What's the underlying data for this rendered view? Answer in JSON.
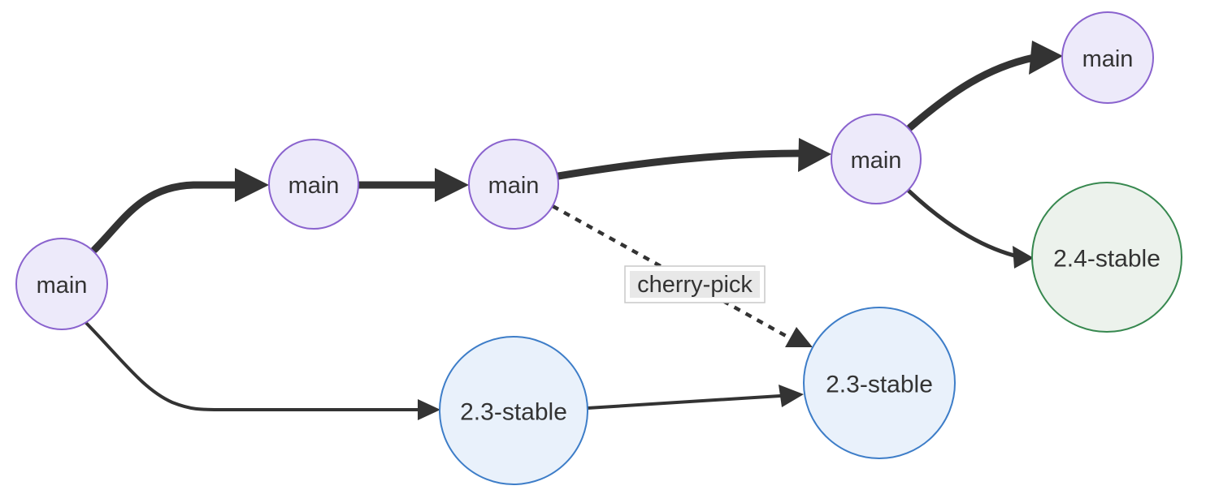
{
  "diagram": {
    "kind": "git-branching-graph",
    "background": "#ffffff",
    "colors": {
      "node_main_fill": "#edeafa",
      "node_main_stroke": "#8a63ce",
      "node_23_fill": "#e9f1fb",
      "node_23_stroke": "#3d7dc8",
      "node_24_fill": "#ecf2ec",
      "node_24_stroke": "#37884f",
      "edge": "#333333",
      "text": "#333333",
      "label_box_bg": "#ffffff",
      "label_border": "#c9c9c9",
      "label_bg": "#e8e8e8"
    },
    "nodes": [
      {
        "id": "m1",
        "label": "main",
        "branch": "main"
      },
      {
        "id": "m2",
        "label": "main",
        "branch": "main"
      },
      {
        "id": "m3",
        "label": "main",
        "branch": "main"
      },
      {
        "id": "m4",
        "label": "main",
        "branch": "main"
      },
      {
        "id": "m5",
        "label": "main",
        "branch": "main"
      },
      {
        "id": "s24",
        "label": "2.4-stable",
        "branch": "2.4-stable"
      },
      {
        "id": "s23a",
        "label": "2.3-stable",
        "branch": "2.3-stable"
      },
      {
        "id": "s23b",
        "label": "2.3-stable",
        "branch": "2.3-stable"
      }
    ],
    "edges": [
      {
        "from": "m1",
        "to": "m2",
        "style": "solid",
        "weight": "thick",
        "label": ""
      },
      {
        "from": "m2",
        "to": "m3",
        "style": "solid",
        "weight": "thick",
        "label": ""
      },
      {
        "from": "m3",
        "to": "m4",
        "style": "solid",
        "weight": "thick",
        "label": ""
      },
      {
        "from": "m4",
        "to": "m5",
        "style": "solid",
        "weight": "thick",
        "label": ""
      },
      {
        "from": "m4",
        "to": "s24",
        "style": "solid",
        "weight": "medium",
        "label": ""
      },
      {
        "from": "m1",
        "to": "s23a",
        "style": "solid",
        "weight": "normal",
        "label": ""
      },
      {
        "from": "s23a",
        "to": "s23b",
        "style": "solid",
        "weight": "normal",
        "label": ""
      },
      {
        "from": "m3",
        "to": "s23b",
        "style": "dashed",
        "weight": "normal",
        "label": "cherry-pick"
      }
    ]
  }
}
